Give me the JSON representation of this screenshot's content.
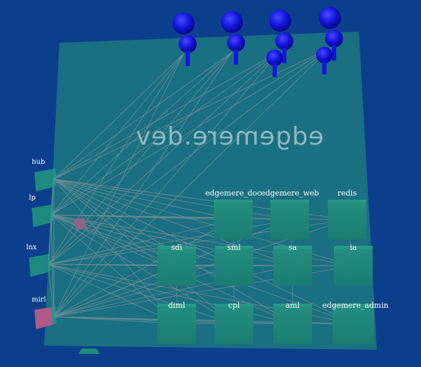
{
  "diagram": {
    "title": "edgemere.dev",
    "colors": {
      "background": "#0b3f8c",
      "plane": "#1a6f80",
      "node": "#1e8a80",
      "node_highlight": "#2aa08e",
      "pink_node": "#b05a8a",
      "sphere": "#1515e0",
      "link": "#8a9aa0",
      "title": "#8fb9c4"
    },
    "top_nodes": [
      {
        "id": "edgemere_doc",
        "label": "edgemere_doc"
      },
      {
        "id": "edgemere_web",
        "label": "edgemere_web"
      },
      {
        "id": "redis",
        "label": "redis"
      }
    ],
    "middle_nodes": [
      {
        "id": "sdi",
        "label": "sdi"
      },
      {
        "id": "sml",
        "label": "sml"
      },
      {
        "id": "sa",
        "label": "sa"
      },
      {
        "id": "ia",
        "label": "ia"
      }
    ],
    "bottom_nodes": [
      {
        "id": "diml",
        "label": "diml"
      },
      {
        "id": "cpl",
        "label": "cpl"
      },
      {
        "id": "aml",
        "label": "aml"
      },
      {
        "id": "edgemere_admin",
        "label": "edgemere_admin"
      }
    ],
    "side_nodes": [
      {
        "id": "hub",
        "label": "hub"
      },
      {
        "id": "lp",
        "label": "lp"
      },
      {
        "id": "lnx",
        "label": "lnx"
      },
      {
        "id": "mirl",
        "label": "mirl"
      }
    ],
    "actors": [
      {
        "id": "actor1",
        "label": ""
      },
      {
        "id": "actor2",
        "label": ""
      },
      {
        "id": "actor3",
        "label": ""
      },
      {
        "id": "actor4",
        "label": ""
      }
    ]
  }
}
